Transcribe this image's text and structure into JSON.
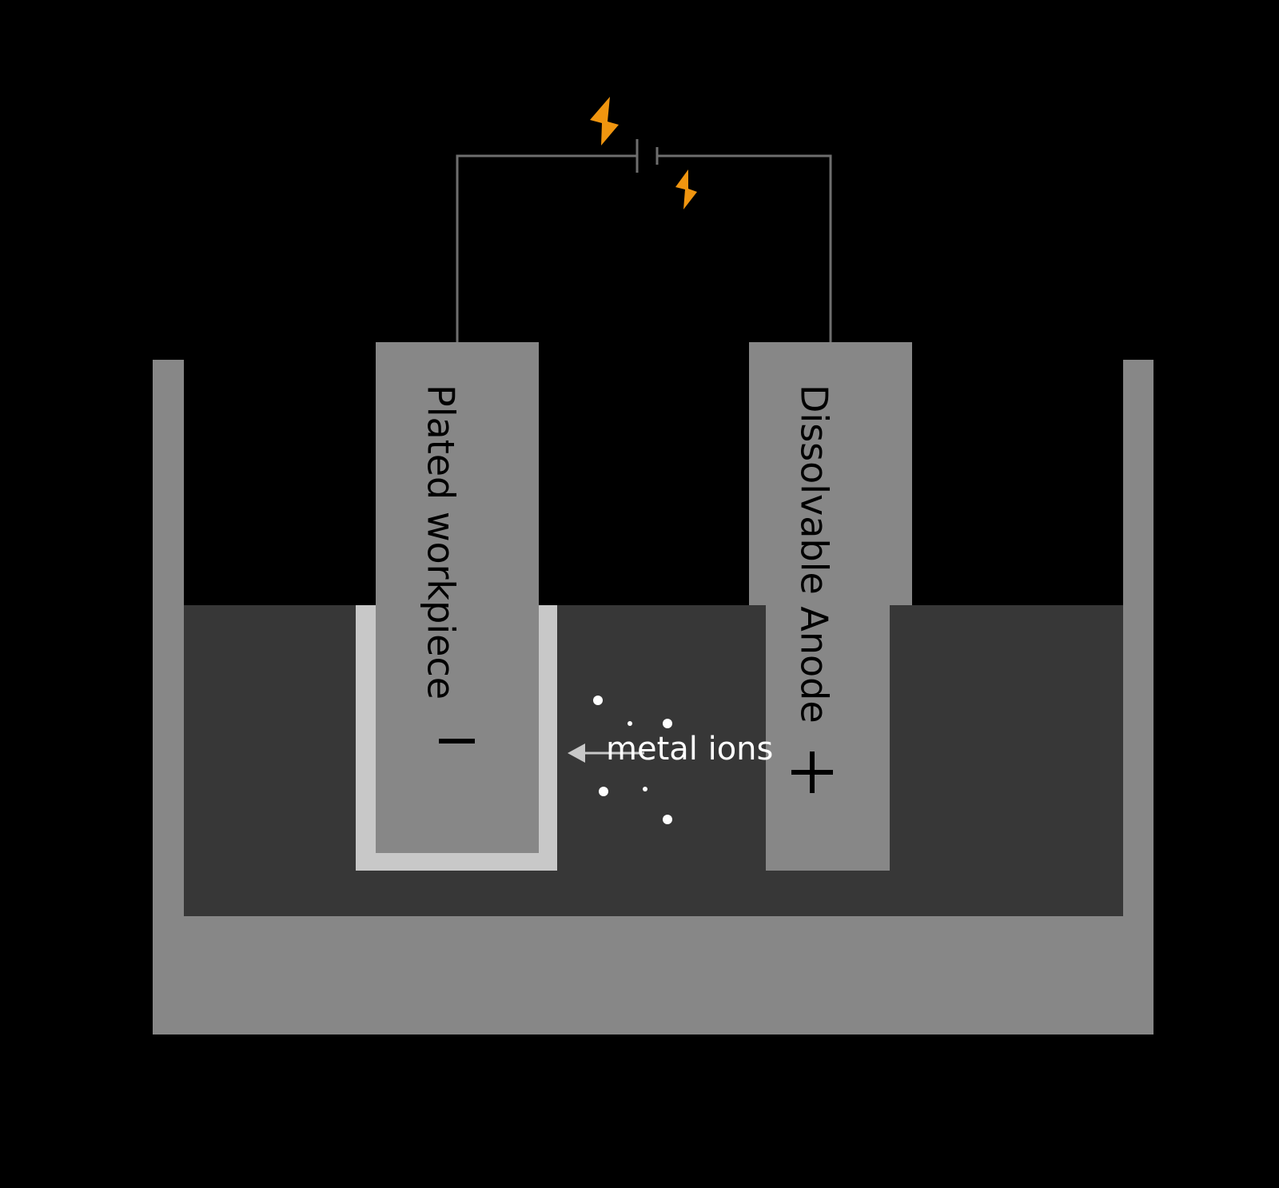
{
  "diagram": {
    "labels": {
      "cathode": "Plated workpiece",
      "anode": "Dissolvable Anode",
      "ions": "metal ions"
    },
    "polarity": {
      "cathode_sign": "–",
      "anode_sign": "+"
    },
    "icons": {
      "spark": "lightning-bolt-icon",
      "battery": "battery-symbol-icon",
      "arrow": "arrow-left-icon"
    },
    "colors": {
      "background": "#000000",
      "tank": "#878787",
      "electrolyte": "#373737",
      "electrode": "#878787",
      "plating_layer": "#c8c8c8",
      "wire": "#6e6e6e",
      "spark": "#f0950f",
      "ion": "#ffffff",
      "label_dark": "#000000",
      "label_light": "#ffffff"
    }
  }
}
